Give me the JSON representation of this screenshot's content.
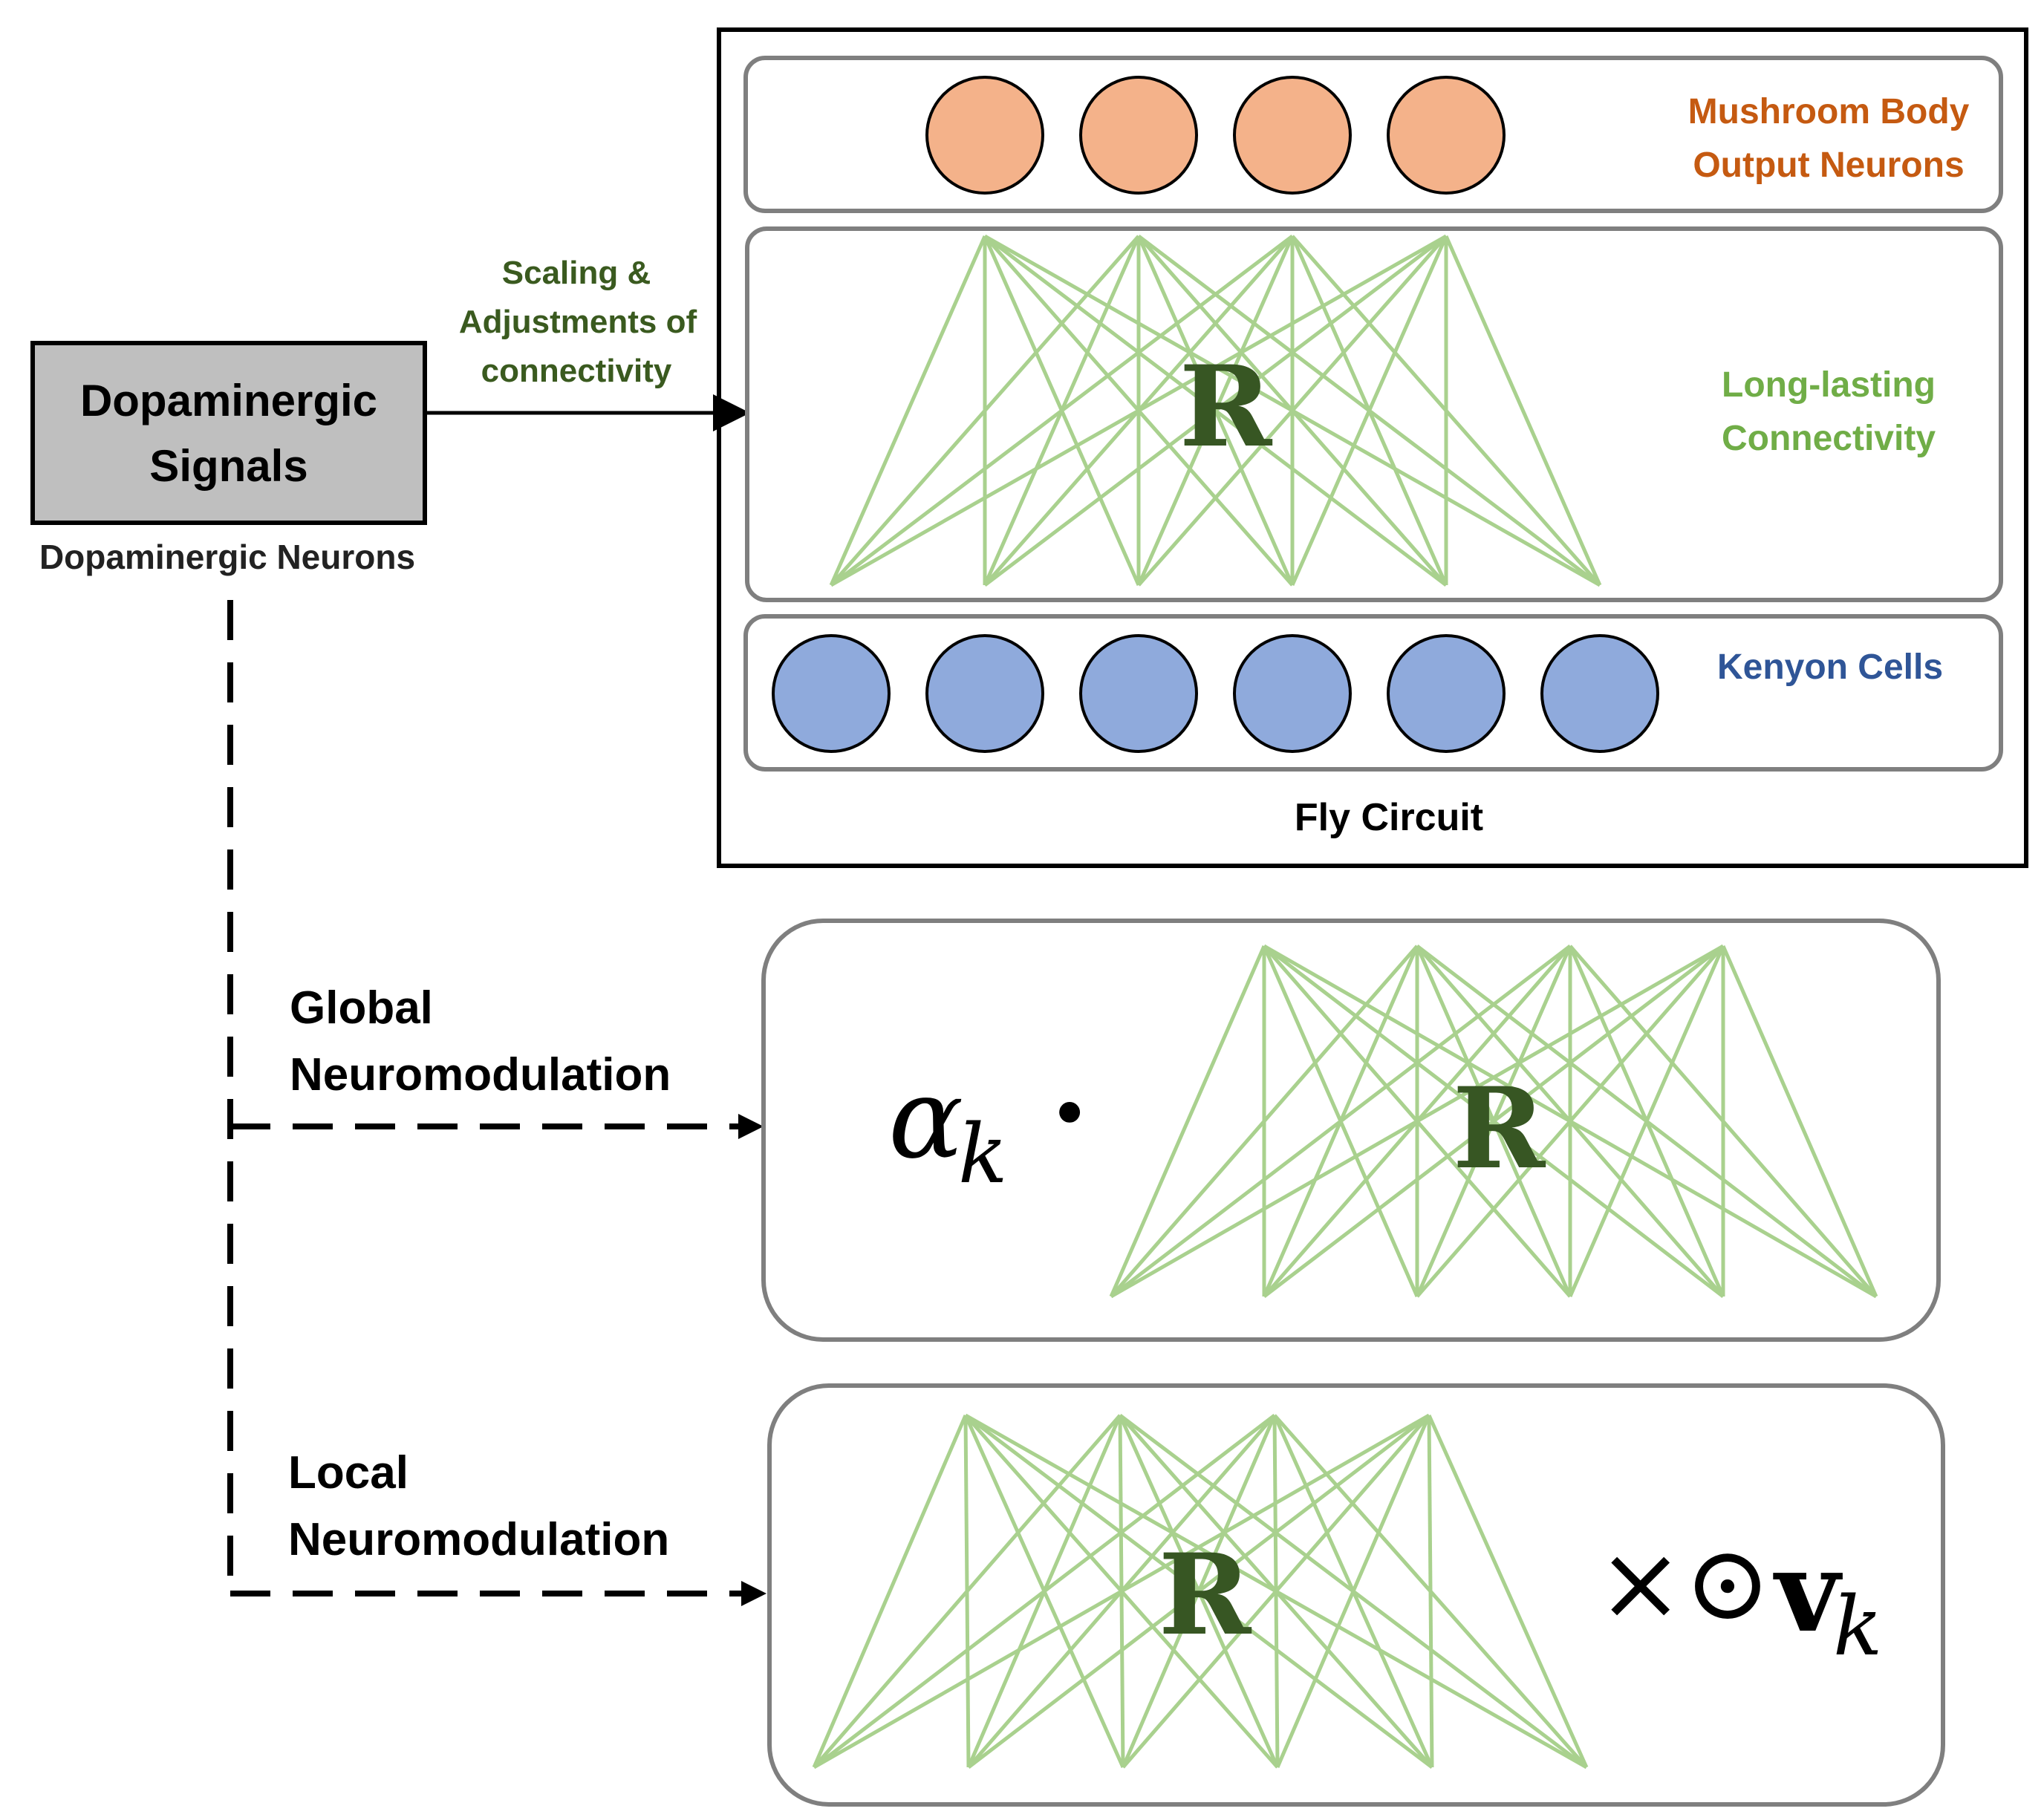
{
  "source_box": {
    "title_line1": "Dopaminergic",
    "title_line2": "Signals",
    "caption": "Dopaminergic Neurons"
  },
  "arrow_label": {
    "line1": "Scaling &",
    "line2": "Adjustments of",
    "line3": "connectivity"
  },
  "fly_circuit": {
    "caption": "Fly Circuit",
    "output_label_line1": "Mushroom Body",
    "output_label_line2": "Output Neurons",
    "connectivity_label_line1": "Long-lasting",
    "connectivity_label_line2": "Connectivity",
    "kenyon_label": "Kenyon Cells",
    "matrix_symbol": "R",
    "output_neuron_count": 4,
    "kenyon_cell_count": 6
  },
  "global_branch": {
    "label_line1": "Global",
    "label_line2": "Neuromodulation",
    "coefficient": "α",
    "coefficient_subscript": "k",
    "operator": "·",
    "matrix_symbol": "R"
  },
  "local_branch": {
    "label_line1": "Local",
    "label_line2": "Neuromodulation",
    "matrix_symbol": "R",
    "operator": "×⊙",
    "vector": "v",
    "vector_subscript": "k"
  },
  "colors": {
    "output_neuron_fill": "#f4b28a",
    "kenyon_fill": "#8faadc",
    "network_line": "#a9d18e",
    "matrix_symbol": "#375623",
    "output_label": "#c55a11",
    "connectivity_label": "#70ad47",
    "kenyon_label": "#2f5597",
    "arrow_label": "#3a5a1f",
    "source_box_fill": "#bfbfbf",
    "panel_stroke": "#7f7f7f"
  }
}
